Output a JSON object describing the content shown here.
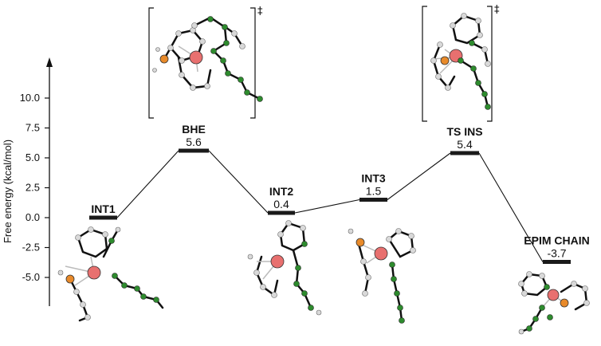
{
  "chart_data": {
    "type": "line",
    "ylabel": "Free energy (kcal/mol)",
    "yticks": [
      "10.0",
      "7.5",
      "5.0",
      "2.5",
      "0.0",
      "-2.5",
      "-5.0"
    ],
    "ytick_values": [
      10.0,
      7.5,
      5.0,
      2.5,
      0.0,
      -2.5,
      -5.0
    ],
    "states": [
      {
        "name": "INT1",
        "value": 0.0,
        "label": ""
      },
      {
        "name": "BHE",
        "value": 5.6,
        "label": "5.6"
      },
      {
        "name": "INT2",
        "value": 0.4,
        "label": "0.4"
      },
      {
        "name": "INT3",
        "value": 1.5,
        "label": "1.5"
      },
      {
        "name": "TS INS",
        "value": 5.4,
        "label": "5.4"
      },
      {
        "name": "EPIM CHAIN",
        "value": -3.7,
        "label": "-3.7"
      }
    ],
    "ts_marker": "‡"
  },
  "colors": {
    "level_bar": "#1a1a1a",
    "metal_atom": "#e8706f",
    "carbon_atom": "#2e8b2e",
    "phosphorus_atom": "#e88a2a",
    "hydrogen_atom": "#cfcfcf"
  }
}
